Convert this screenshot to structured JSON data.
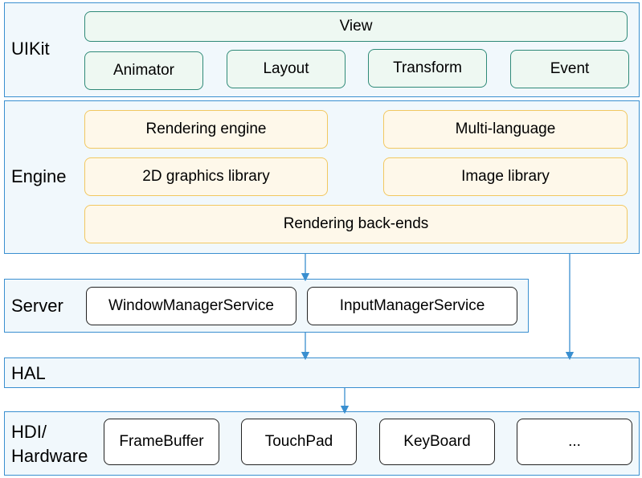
{
  "colors": {
    "layer_fill": "#f1f8fc",
    "layer_border": "#3a8fd0",
    "green_fill": "#eef8f2",
    "green_border": "#2f8a78",
    "yellow_fill": "#fef8ea",
    "yellow_border": "#f2c860",
    "black_border": "#222222",
    "arrow": "#3a8fd0"
  },
  "uikit": {
    "label": "UIKit",
    "view": "View",
    "animator": "Animator",
    "layout": "Layout",
    "transform": "Transform",
    "event": "Event"
  },
  "engine": {
    "label": "Engine",
    "rendering_engine": "Rendering engine",
    "multi_language": "Multi-language",
    "graphics_2d": "2D graphics library",
    "image_library": "Image library",
    "rendering_backends": "Rendering back-ends"
  },
  "server": {
    "label": "Server",
    "window_manager": "WindowManagerService",
    "input_manager": "InputManagerService"
  },
  "hal": {
    "label": "HAL"
  },
  "hardware": {
    "label_line1": "HDI/",
    "label_line2": "Hardware",
    "framebuffer": "FrameBuffer",
    "touchpad": "TouchPad",
    "keyboard": "KeyBoard",
    "more": "..."
  }
}
